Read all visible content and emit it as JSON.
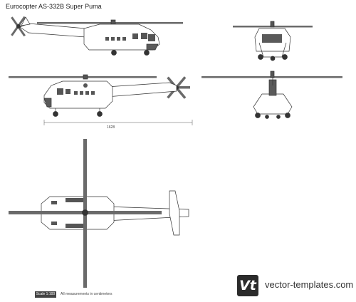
{
  "title": "Eurocopter AS-332B Super Puma",
  "dimension_label": "1628",
  "scale_label": "Scale 1:100",
  "scale_note": "All measurements in centimeters",
  "brand": {
    "logo_text": "Vt",
    "name": "vector-templates.com"
  },
  "colors": {
    "rotor_blade": "#6a6a6a",
    "outline": "#333333",
    "dark_part": "#5a5a5a",
    "brand_bg": "#2b2b2b"
  }
}
